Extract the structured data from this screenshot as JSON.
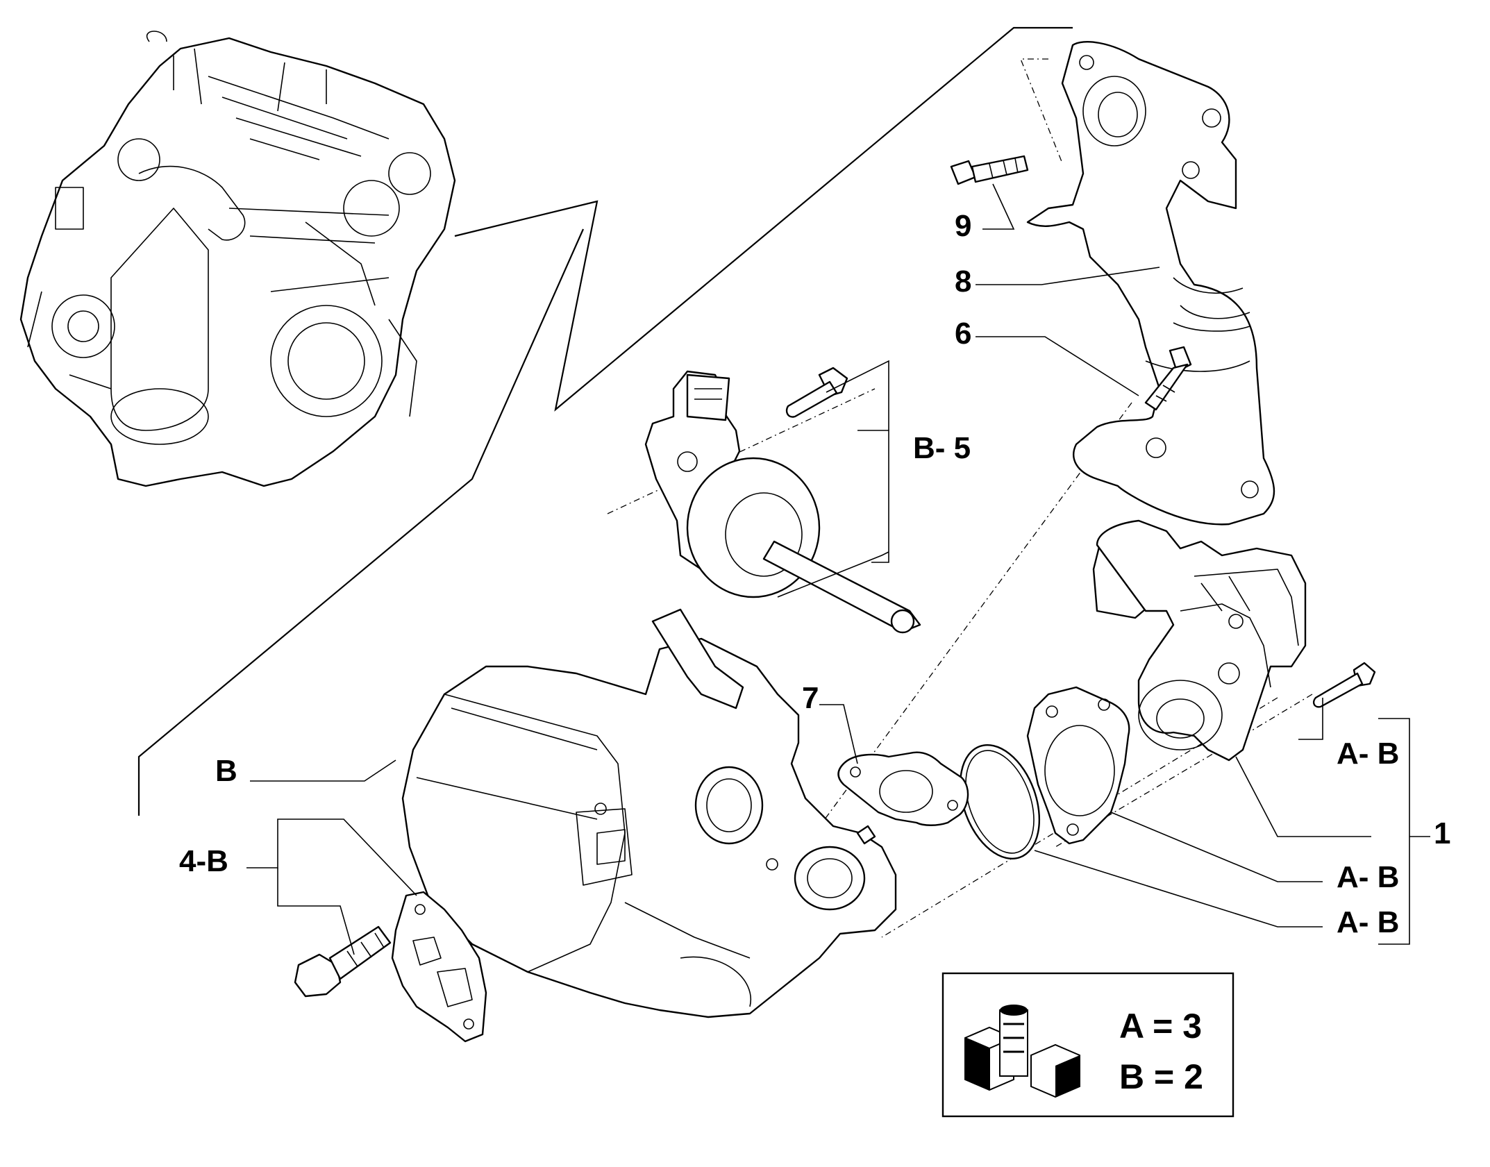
{
  "callouts": {
    "c1": "1",
    "c4B": "4-B",
    "c5": "B- 5",
    "c6": "6",
    "c7": "7",
    "c8": "8",
    "c9": "9",
    "cB": "B",
    "cAB1": "A- B",
    "cAB2": "A- B",
    "cAB3": "A- B"
  },
  "legend": {
    "line_a": "A = 3",
    "line_b": "B = 2",
    "icon": "fiat-parts-box-icon"
  }
}
